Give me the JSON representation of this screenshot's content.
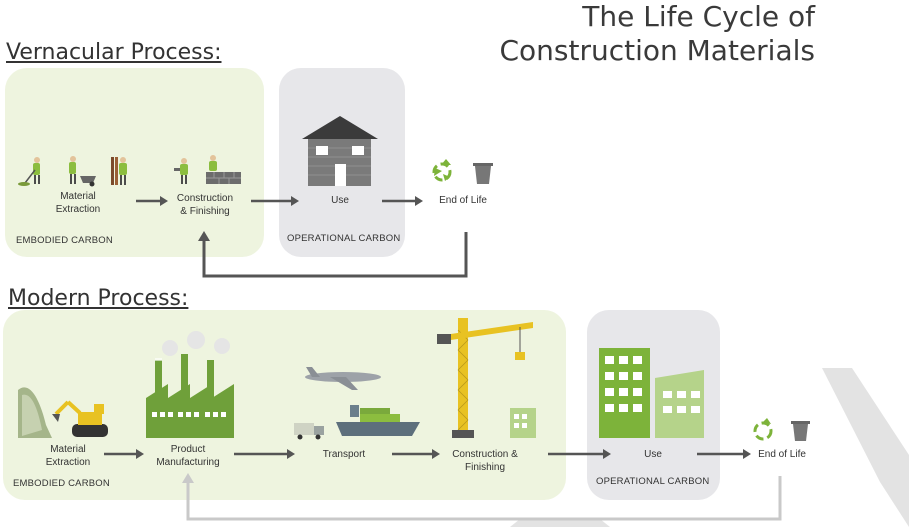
{
  "title": {
    "line1": "The Life Cycle of",
    "line2": "Construction Materials"
  },
  "vernacular": {
    "heading": "Vernacular Process:",
    "embodied_label": "EMBODIED CARBON",
    "operational_label": "OPERATIONAL CARBON",
    "steps": {
      "extraction_line1": "Material",
      "extraction_line2": "Extraction",
      "construction_line1": "Construction",
      "construction_line2": "& Finishing",
      "use": "Use",
      "end": "End of Life"
    }
  },
  "modern": {
    "heading": "Modern Process:",
    "embodied_label": "EMBODIED CARBON",
    "operational_label": "OPERATIONAL CARBON",
    "steps": {
      "extraction_line1": "Material",
      "extraction_line2": "Extraction",
      "manufacturing_line1": "Product",
      "manufacturing_line2": "Manufacturing",
      "transport": "Transport",
      "construction_line1": "Construction &",
      "construction_line2": "Finishing",
      "use": "Use",
      "end": "End of Life"
    }
  },
  "colors": {
    "embodied_panel": "#eef4df",
    "operational_panel": "#e7e7ea",
    "accent_green": "#8cbd3f",
    "arrow": "#555555",
    "modern_loop": "#c9c9c9"
  }
}
